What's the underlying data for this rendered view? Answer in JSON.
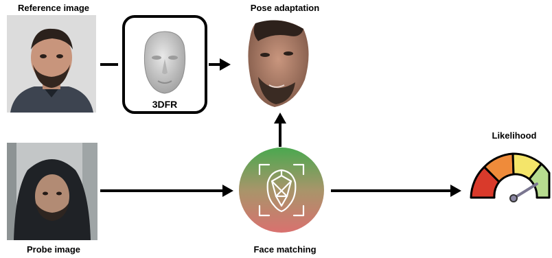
{
  "labels": {
    "reference": "Reference image",
    "pose": "Pose adaptation",
    "probe": "Probe image",
    "matching": "Face matching",
    "likelihood": "Likelihood",
    "model": "3DFR"
  },
  "gauge": {
    "segment_colors": [
      "#d93a2b",
      "#ef8b3a",
      "#f4e56a",
      "#b7dc8f"
    ],
    "needle_color": "#7a7690"
  },
  "matching_badge": {
    "gradient_top": "#4aa84f",
    "gradient_bottom": "#d9716f"
  }
}
